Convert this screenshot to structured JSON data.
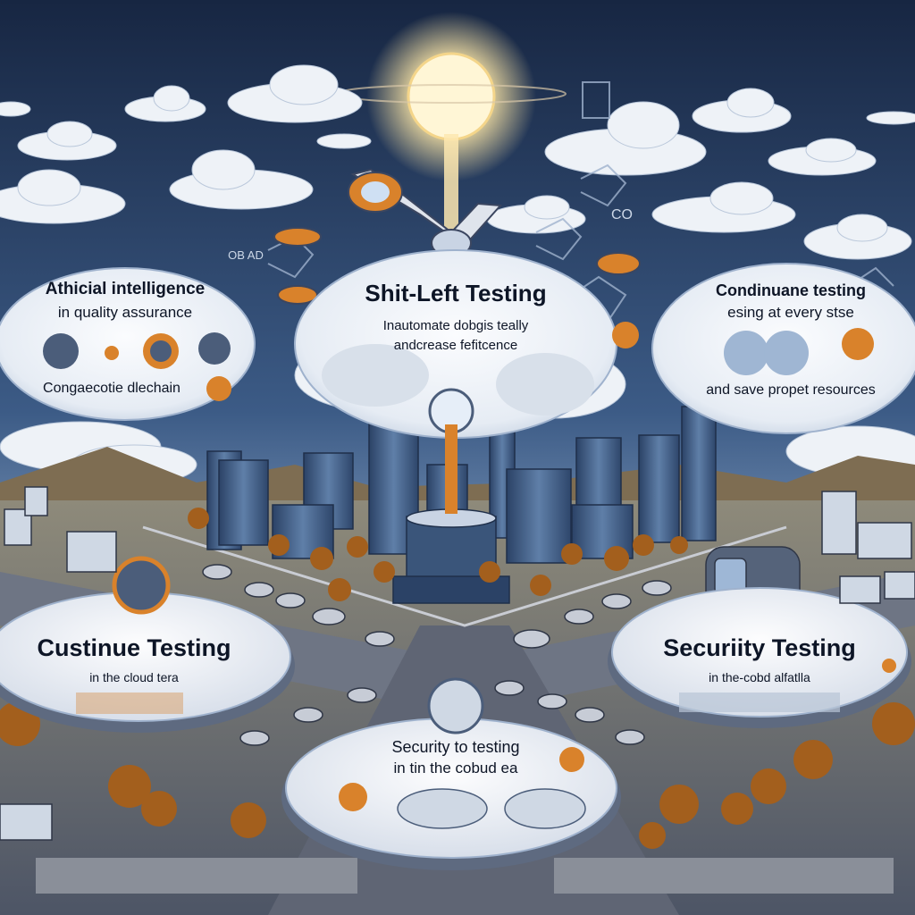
{
  "image": {
    "kind": "illustration",
    "palette": {
      "sky_top": "#1a2b4a",
      "sky_bottom": "#6d8fb8",
      "sun": "#fff3c4",
      "cloud": "#eef2f7",
      "accent_orange": "#d9822b",
      "platform": "#e8ecf2",
      "road": "#6e7584",
      "building": "#3a557a"
    }
  },
  "bubbles": {
    "top_left": {
      "title": "Athicial intelligence",
      "subtitle": "in quality assurance",
      "caption": "Congaecotie dlechain"
    },
    "top_center": {
      "title": "Shit-Left Testing",
      "line1": "Inautomate dobgis teally",
      "line2": "andcrease fefitcence"
    },
    "top_right": {
      "title": "Condinuane testing",
      "subtitle": "esing at every stse",
      "caption": "and save propet resources"
    },
    "bottom_left": {
      "title": "Custinue Testing",
      "subtitle": "in the cloud tera"
    },
    "bottom_right": {
      "title": "Securiity Testing",
      "subtitle": "in the-cobd alfatlla"
    },
    "bottom_center": {
      "line1": "Security to testing",
      "line2": "in tin the cobud ea"
    }
  },
  "sky_marks": {
    "co": "CO",
    "ob": "OB AD"
  }
}
